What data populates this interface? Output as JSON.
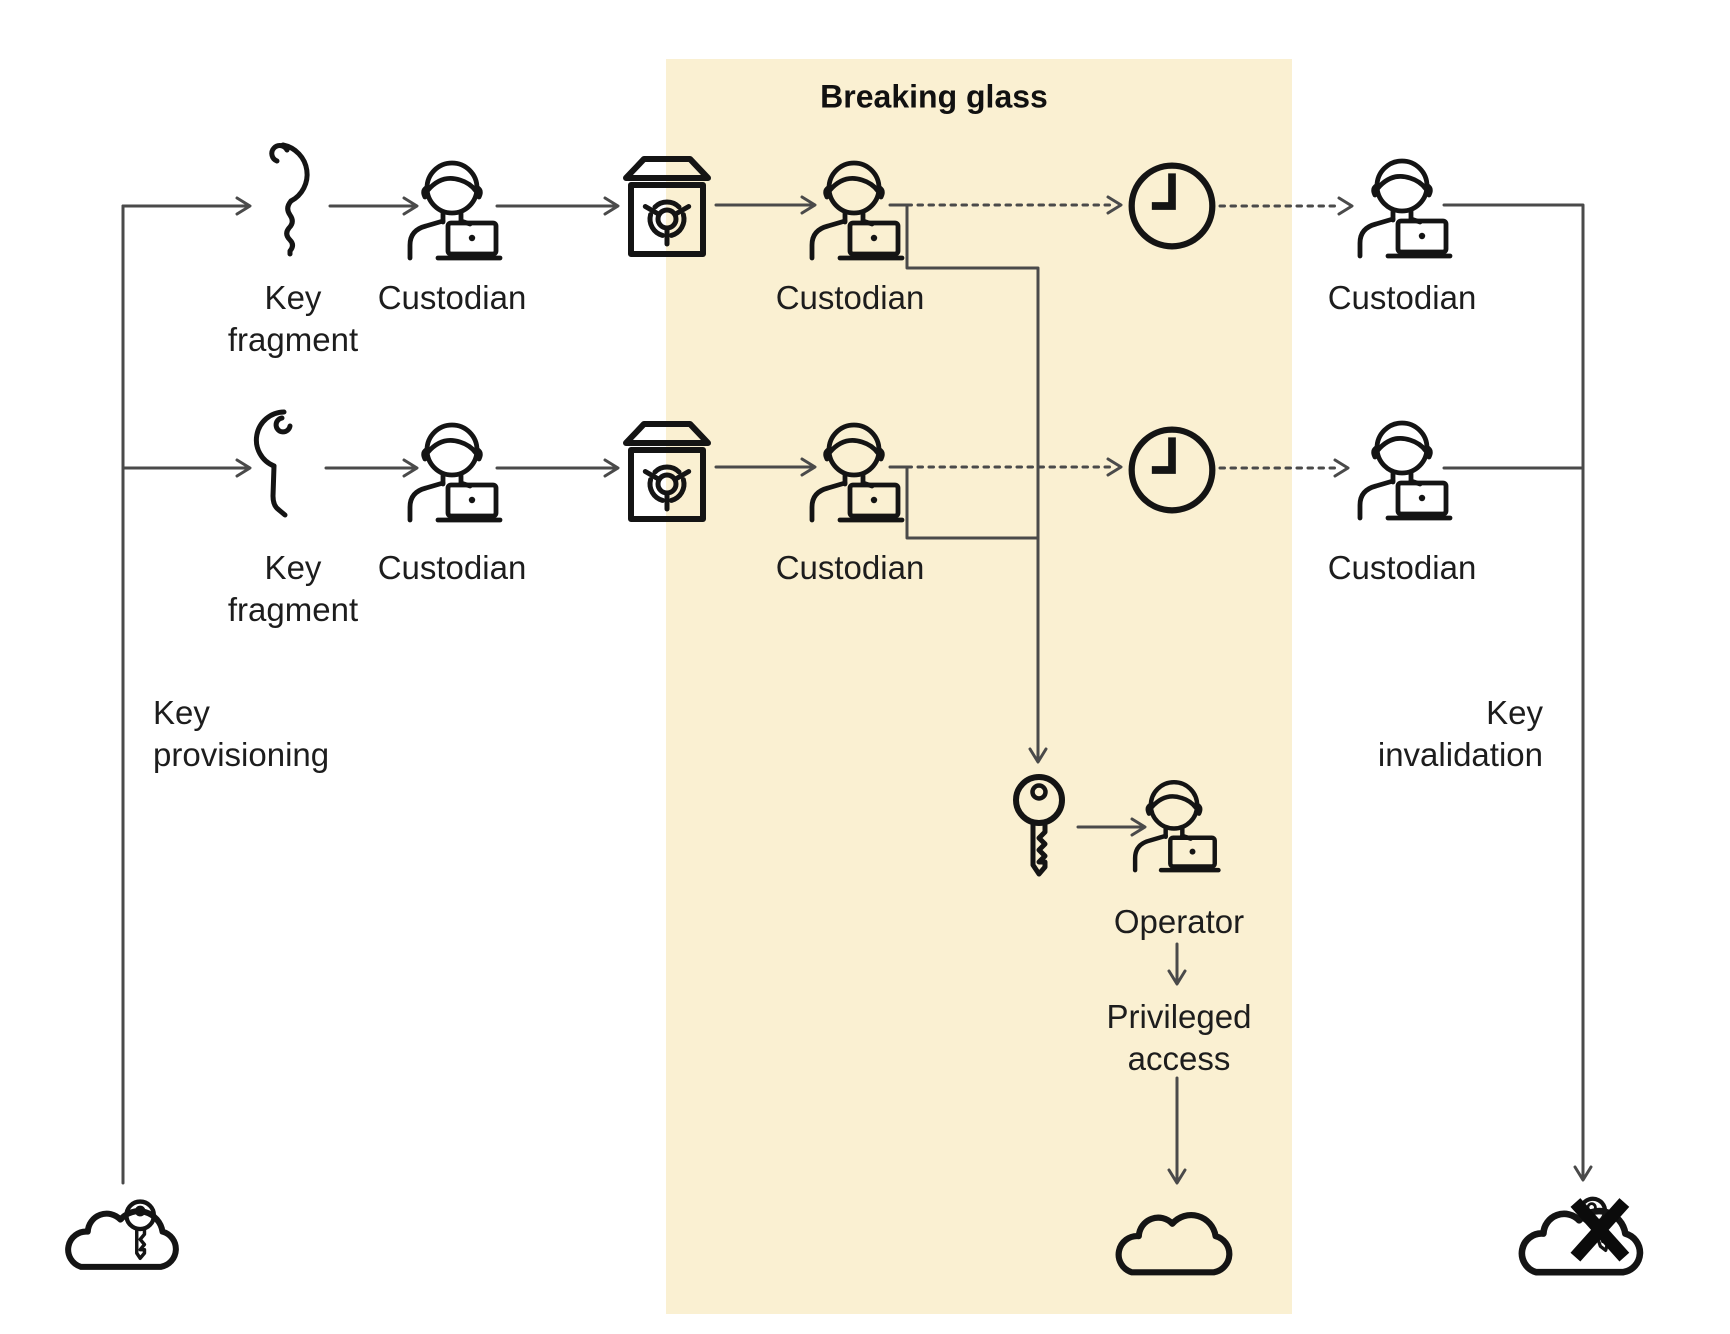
{
  "title": "Breaking glass",
  "colors": {
    "highlight_band": "#faf0d2",
    "connector": "#4a4a4a",
    "ink": "#141414"
  },
  "rows": {
    "row1": {
      "key_fragment": [
        "Key",
        "fragment"
      ],
      "custodian_left": "Custodian",
      "custodian_mid": "Custodian",
      "custodian_right": "Custodian"
    },
    "row2": {
      "key_fragment": [
        "Key",
        "fragment"
      ],
      "custodian_left": "Custodian",
      "custodian_mid": "Custodian",
      "custodian_right": "Custodian"
    }
  },
  "side_labels": {
    "key_provisioning": [
      "Key",
      "provisioning"
    ],
    "key_invalidation": [
      "Key",
      "invalidation"
    ]
  },
  "operator": {
    "label": "Operator",
    "privileged_access": [
      "Privileged",
      "access"
    ]
  },
  "icons": {
    "key_fragment_right": "half-key-right-icon",
    "key_fragment_left": "half-key-left-icon",
    "custodian": "person-with-laptop-icon",
    "safe": "safe-with-dial-icon",
    "timer": "clock-icon",
    "assembled_key": "key-icon",
    "cloud_with_key": "cloud-key-icon",
    "cloud": "cloud-icon",
    "cloud_key_revoked": "cloud-key-crossed-icon"
  }
}
